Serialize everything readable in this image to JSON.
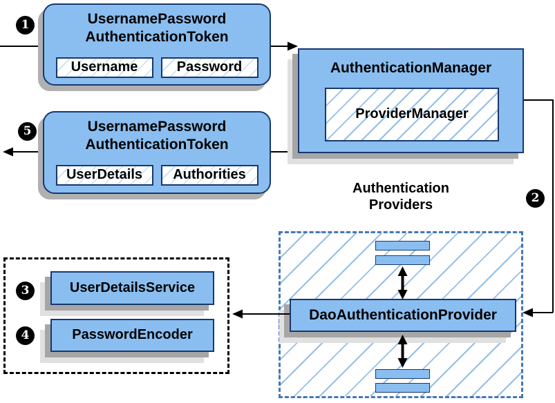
{
  "colors": {
    "box_fill": "#8ABEF0",
    "box_border": "#17376E",
    "hatch_line": "#93BEEA",
    "hatch_line_light": "#C8DEF5",
    "dashed_border": "#4577B4",
    "shadow_dark": "#A6A6A6",
    "shadow_light": "#E0E0E0",
    "shadow_token": "#B0B0B0",
    "arrow_color": "#000000",
    "badge_bg": "#000000",
    "badge_fg": "#FFFFFF"
  },
  "badges": {
    "step1": "1",
    "step2": "2",
    "step3": "3",
    "step4": "4",
    "step5": "5"
  },
  "request_token": {
    "title_line1": "UsernamePassword",
    "title_line2": "AuthenticationToken",
    "fields": [
      "Username",
      "Password"
    ]
  },
  "authentication_manager": {
    "title": "AuthenticationManager",
    "inner": "ProviderManager"
  },
  "response_token": {
    "title_line1": "UsernamePassword",
    "title_line2": "AuthenticationToken",
    "fields": [
      "UserDetails",
      "Authorities"
    ]
  },
  "providers_group": {
    "heading_line1": "Authentication",
    "heading_line2": "Providers",
    "provider": "DaoAuthenticationProvider"
  },
  "beans_group": {
    "items": [
      "UserDetailsService",
      "PasswordEncoder"
    ]
  }
}
